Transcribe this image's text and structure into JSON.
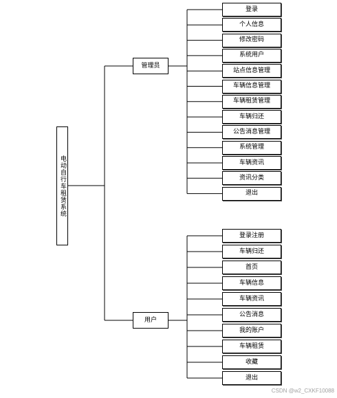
{
  "root": {
    "label": "电动自行车租赁系统"
  },
  "branches": [
    {
      "label": "管理员",
      "items": [
        "登录",
        "个人信息",
        "修改密码",
        "系统用户",
        "站点信息管理",
        "车辆信息管理",
        "车辆租赁管理",
        "车辆归还",
        "公告消息管理",
        "系统管理",
        "车辆资讯",
        "资讯分类",
        "退出"
      ]
    },
    {
      "label": "用户",
      "items": [
        "登录注册",
        "车辆归还",
        "首页",
        "车辆信息",
        "车辆资讯",
        "公告消息",
        "我的账户",
        "车辆租赁",
        "收藏",
        "退出"
      ]
    }
  ],
  "watermark": "CSDN @w2_CXKF10088",
  "colors": {
    "line": "#000000",
    "box_border": "#000000",
    "box_fill": "#ffffff",
    "watermark": "#a0a0a0"
  }
}
